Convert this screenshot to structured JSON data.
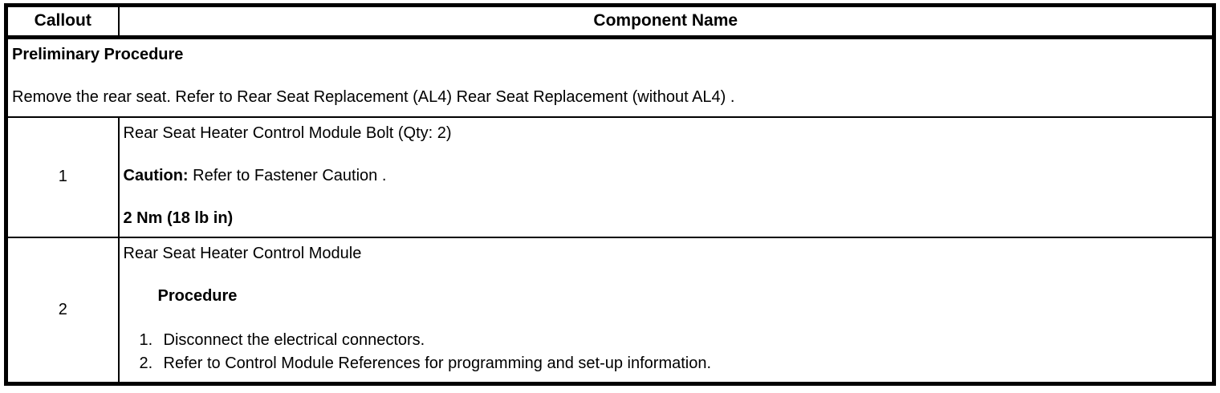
{
  "document": {
    "background_color": "#ffffff",
    "text_color": "#000000",
    "border_color": "#000000"
  },
  "table": {
    "header": {
      "callout": "Callout",
      "component_name": "Component Name"
    },
    "preliminary": {
      "title": "Preliminary Procedure",
      "text": "Remove the rear seat. Refer to Rear Seat Replacement (AL4) Rear Seat Replacement (without AL4) ."
    },
    "rows": [
      {
        "callout": "1",
        "name": "Rear Seat Heater Control Module Bolt (Qty: 2)",
        "caution_label": "Caution:",
        "caution_text": " Refer to Fastener Caution .",
        "torque": "2 Nm (18 lb in)"
      },
      {
        "callout": "2",
        "name": "Rear Seat Heater Control Module",
        "procedure_label": "Procedure",
        "steps": [
          {
            "num": "1.",
            "text": "Disconnect the electrical connectors."
          },
          {
            "num": "2.",
            "text": "Refer to Control Module References for programming and set-up information."
          }
        ]
      }
    ]
  }
}
